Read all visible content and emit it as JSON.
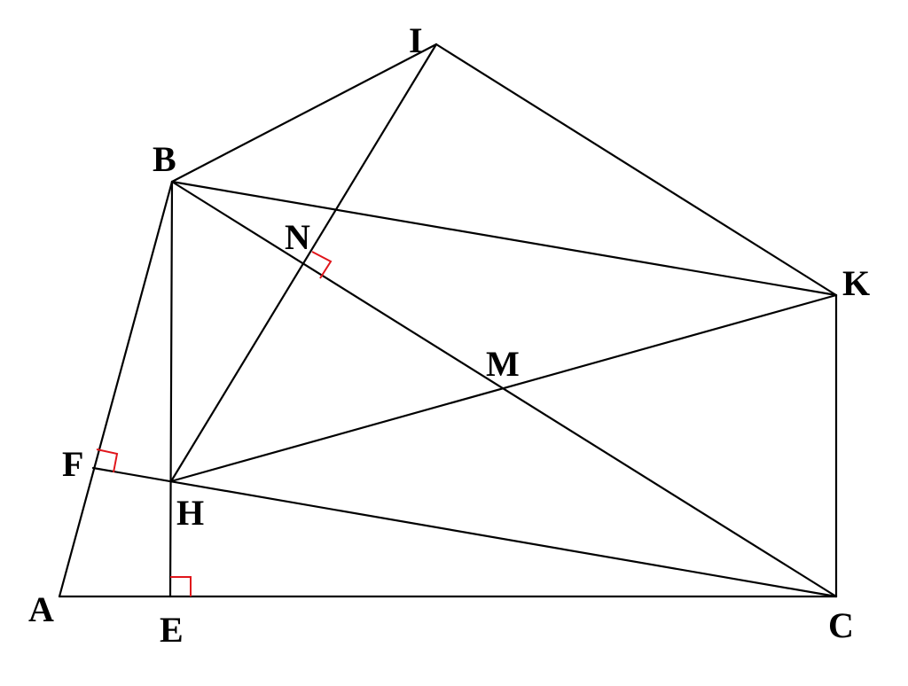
{
  "points": [
    {
      "name": "A"
    },
    {
      "name": "B"
    },
    {
      "name": "C"
    },
    {
      "name": "E"
    },
    {
      "name": "F"
    },
    {
      "name": "H"
    },
    {
      "name": "I"
    },
    {
      "name": "K"
    },
    {
      "name": "M"
    },
    {
      "name": "N"
    }
  ],
  "segments": [
    [
      "A",
      "B"
    ],
    [
      "A",
      "C"
    ],
    [
      "B",
      "E"
    ],
    [
      "B",
      "C"
    ],
    [
      "B",
      "I"
    ],
    [
      "B",
      "K"
    ],
    [
      "I",
      "K"
    ],
    [
      "I",
      "H"
    ],
    [
      "K",
      "C"
    ],
    [
      "K",
      "H"
    ],
    [
      "F",
      "C"
    ]
  ],
  "right_angles": [
    "E",
    "F",
    "N"
  ],
  "colors": {
    "lines": "#000000",
    "right_angle_marks": "#e0151b"
  }
}
